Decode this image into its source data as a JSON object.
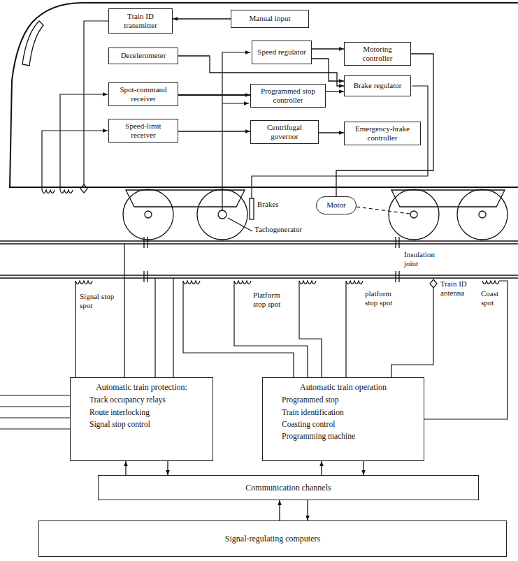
{
  "diagram": {
    "nodes": [
      {
        "text": [
          "Train ID transmitter"
        ]
      },
      {
        "text": [
          "Manual input"
        ]
      },
      {
        "text": [
          "Decelerometer"
        ]
      },
      {
        "text": [
          "Speed regulator"
        ]
      },
      {
        "text": [
          "Motoring controller"
        ]
      },
      {
        "text": [
          "Spot-command receiver"
        ]
      },
      {
        "text": [
          "Programmed stop controller"
        ]
      },
      {
        "text": [
          "Brake regulator"
        ]
      },
      {
        "text": [
          "Speed-limit receiver"
        ]
      },
      {
        "text": [
          "Centrifugal governor"
        ]
      },
      {
        "text": [
          "Emergency-brake controller"
        ]
      },
      {
        "text": [
          "Motor"
        ]
      },
      {
        "text": [
          "Automatic train protection:",
          "Track occupancy relays",
          "Route interlocking",
          "Signal stop control"
        ]
      },
      {
        "text": [
          "Automatic train operation",
          "Programmed stop",
          "Train identification",
          "Coasting control",
          "Programming machine"
        ]
      },
      {
        "text": [
          "Communication channels"
        ]
      },
      {
        "text": [
          "Signal-regulating computers"
        ]
      }
    ],
    "edges": [
      {
        "from": 1,
        "to": 0,
        "arrow": "to"
      },
      {
        "from": 2,
        "to": 7,
        "arrow": "to"
      },
      {
        "from": 5,
        "to": 6,
        "arrow": "to"
      },
      {
        "from": 6,
        "to": 7,
        "arrow": "to"
      },
      {
        "from": 3,
        "to": 4,
        "arrow": "to"
      },
      {
        "from": 3,
        "to": 7,
        "arrow": "to"
      },
      {
        "from": 8,
        "to": 9,
        "arrow": "to"
      },
      {
        "from": 9,
        "to": 10,
        "arrow": "to"
      },
      {
        "from": 4,
        "to": 11,
        "arrow": "none"
      },
      {
        "from": 12,
        "to": 14,
        "arrow": "to"
      },
      {
        "from": 14,
        "to": 12,
        "arrow": "to"
      },
      {
        "from": 13,
        "to": 14,
        "arrow": "to"
      },
      {
        "from": 14,
        "to": 13,
        "arrow": "to"
      },
      {
        "from": 14,
        "to": 15,
        "arrow": "to"
      },
      {
        "from": 15,
        "to": 14,
        "arrow": "to"
      }
    ],
    "labels": [
      "Brakes",
      "Tachogenerator",
      "Insulation joint",
      "Signal stop spot",
      "Platform stop spot",
      "platform stop spot",
      "Train ID antenna",
      "Coast spot"
    ]
  }
}
